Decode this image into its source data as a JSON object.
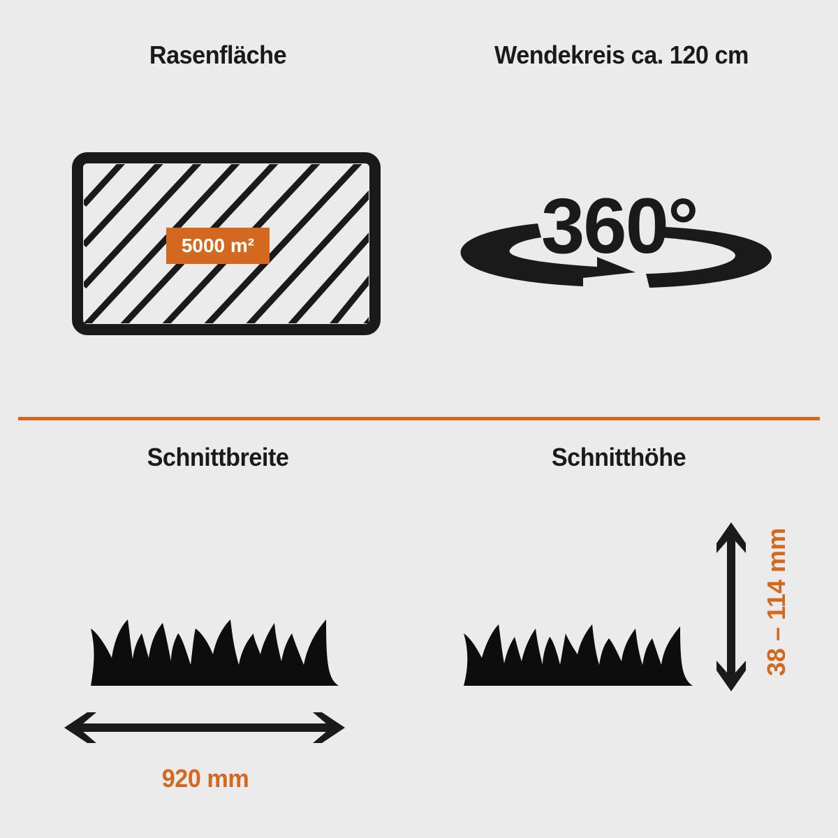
{
  "panels": {
    "lawn_area": {
      "title": "Rasenfläche",
      "value": "5000 m²",
      "icon": "hatched-area-icon"
    },
    "turning_circle": {
      "title": "Wendekreis ca. 120 cm",
      "value": "360°",
      "icon": "rotation-arrow-icon"
    },
    "cutting_width": {
      "title": "Schnittbreite",
      "value": "920 mm",
      "icon": "grass-icon",
      "arrow": "horizontal-double-arrow-icon"
    },
    "cutting_height": {
      "title": "Schnitthöhe",
      "value": "38 – 114 mm",
      "icon": "grass-icon",
      "arrow": "vertical-double-arrow-icon"
    }
  },
  "colors": {
    "accent": "#d2691e",
    "background": "#ebebeb",
    "ink": "#1a1a1a"
  }
}
